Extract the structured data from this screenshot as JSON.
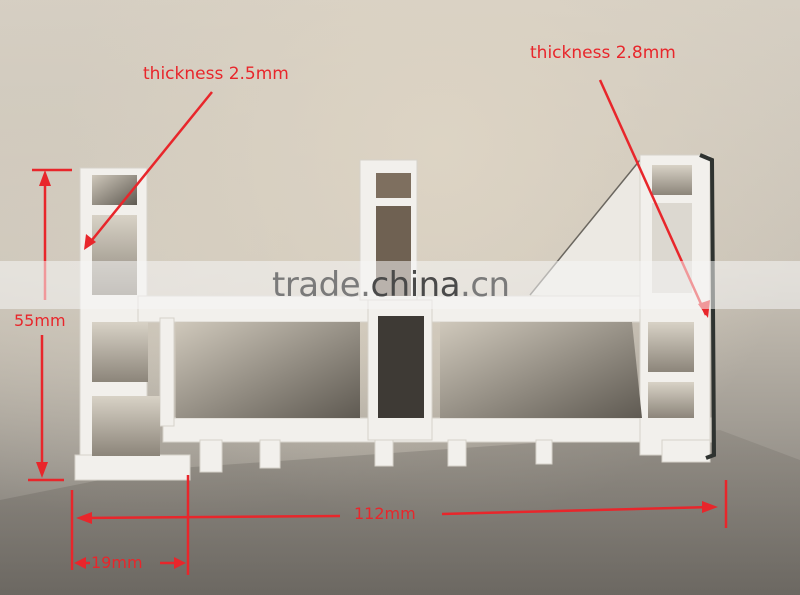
{
  "image": {
    "subject": "PVC window profile cross-section",
    "background_color": "#cfc8bd",
    "annotation_color": "#e8262b"
  },
  "annotations": {
    "thickness_left": "thickness 2.5mm",
    "thickness_right": "thickness 2.8mm",
    "height": "55mm",
    "width_total": "112mm",
    "width_partial": "19mm"
  },
  "watermark": {
    "part1": "trade.",
    "part2": "china",
    "part3": ".cn"
  }
}
